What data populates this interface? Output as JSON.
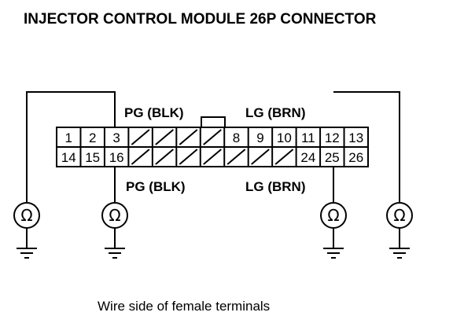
{
  "title": "INJECTOR CONTROL MODULE 26P CONNECTOR",
  "caption": "Wire side of female terminals",
  "wire_labels": {
    "top_left": "PG (BLK)",
    "top_right": "LG (BRN)",
    "bottom_left": "PG (BLK)",
    "bottom_right": "LG (BRN)"
  },
  "connector": {
    "top_row": [
      "1",
      "2",
      "3",
      "",
      "",
      "",
      "",
      "8",
      "9",
      "10",
      "11",
      "12",
      "13"
    ],
    "bottom_row": [
      "14",
      "15",
      "16",
      "",
      "",
      "",
      "",
      "",
      "",
      "",
      "24",
      "25",
      "26"
    ]
  },
  "meters": [
    {
      "symbol": "Ω",
      "icon": "ohmmeter-icon"
    },
    {
      "symbol": "Ω",
      "icon": "ohmmeter-icon"
    },
    {
      "symbol": "Ω",
      "icon": "ohmmeter-icon"
    },
    {
      "symbol": "Ω",
      "icon": "ohmmeter-icon"
    }
  ]
}
